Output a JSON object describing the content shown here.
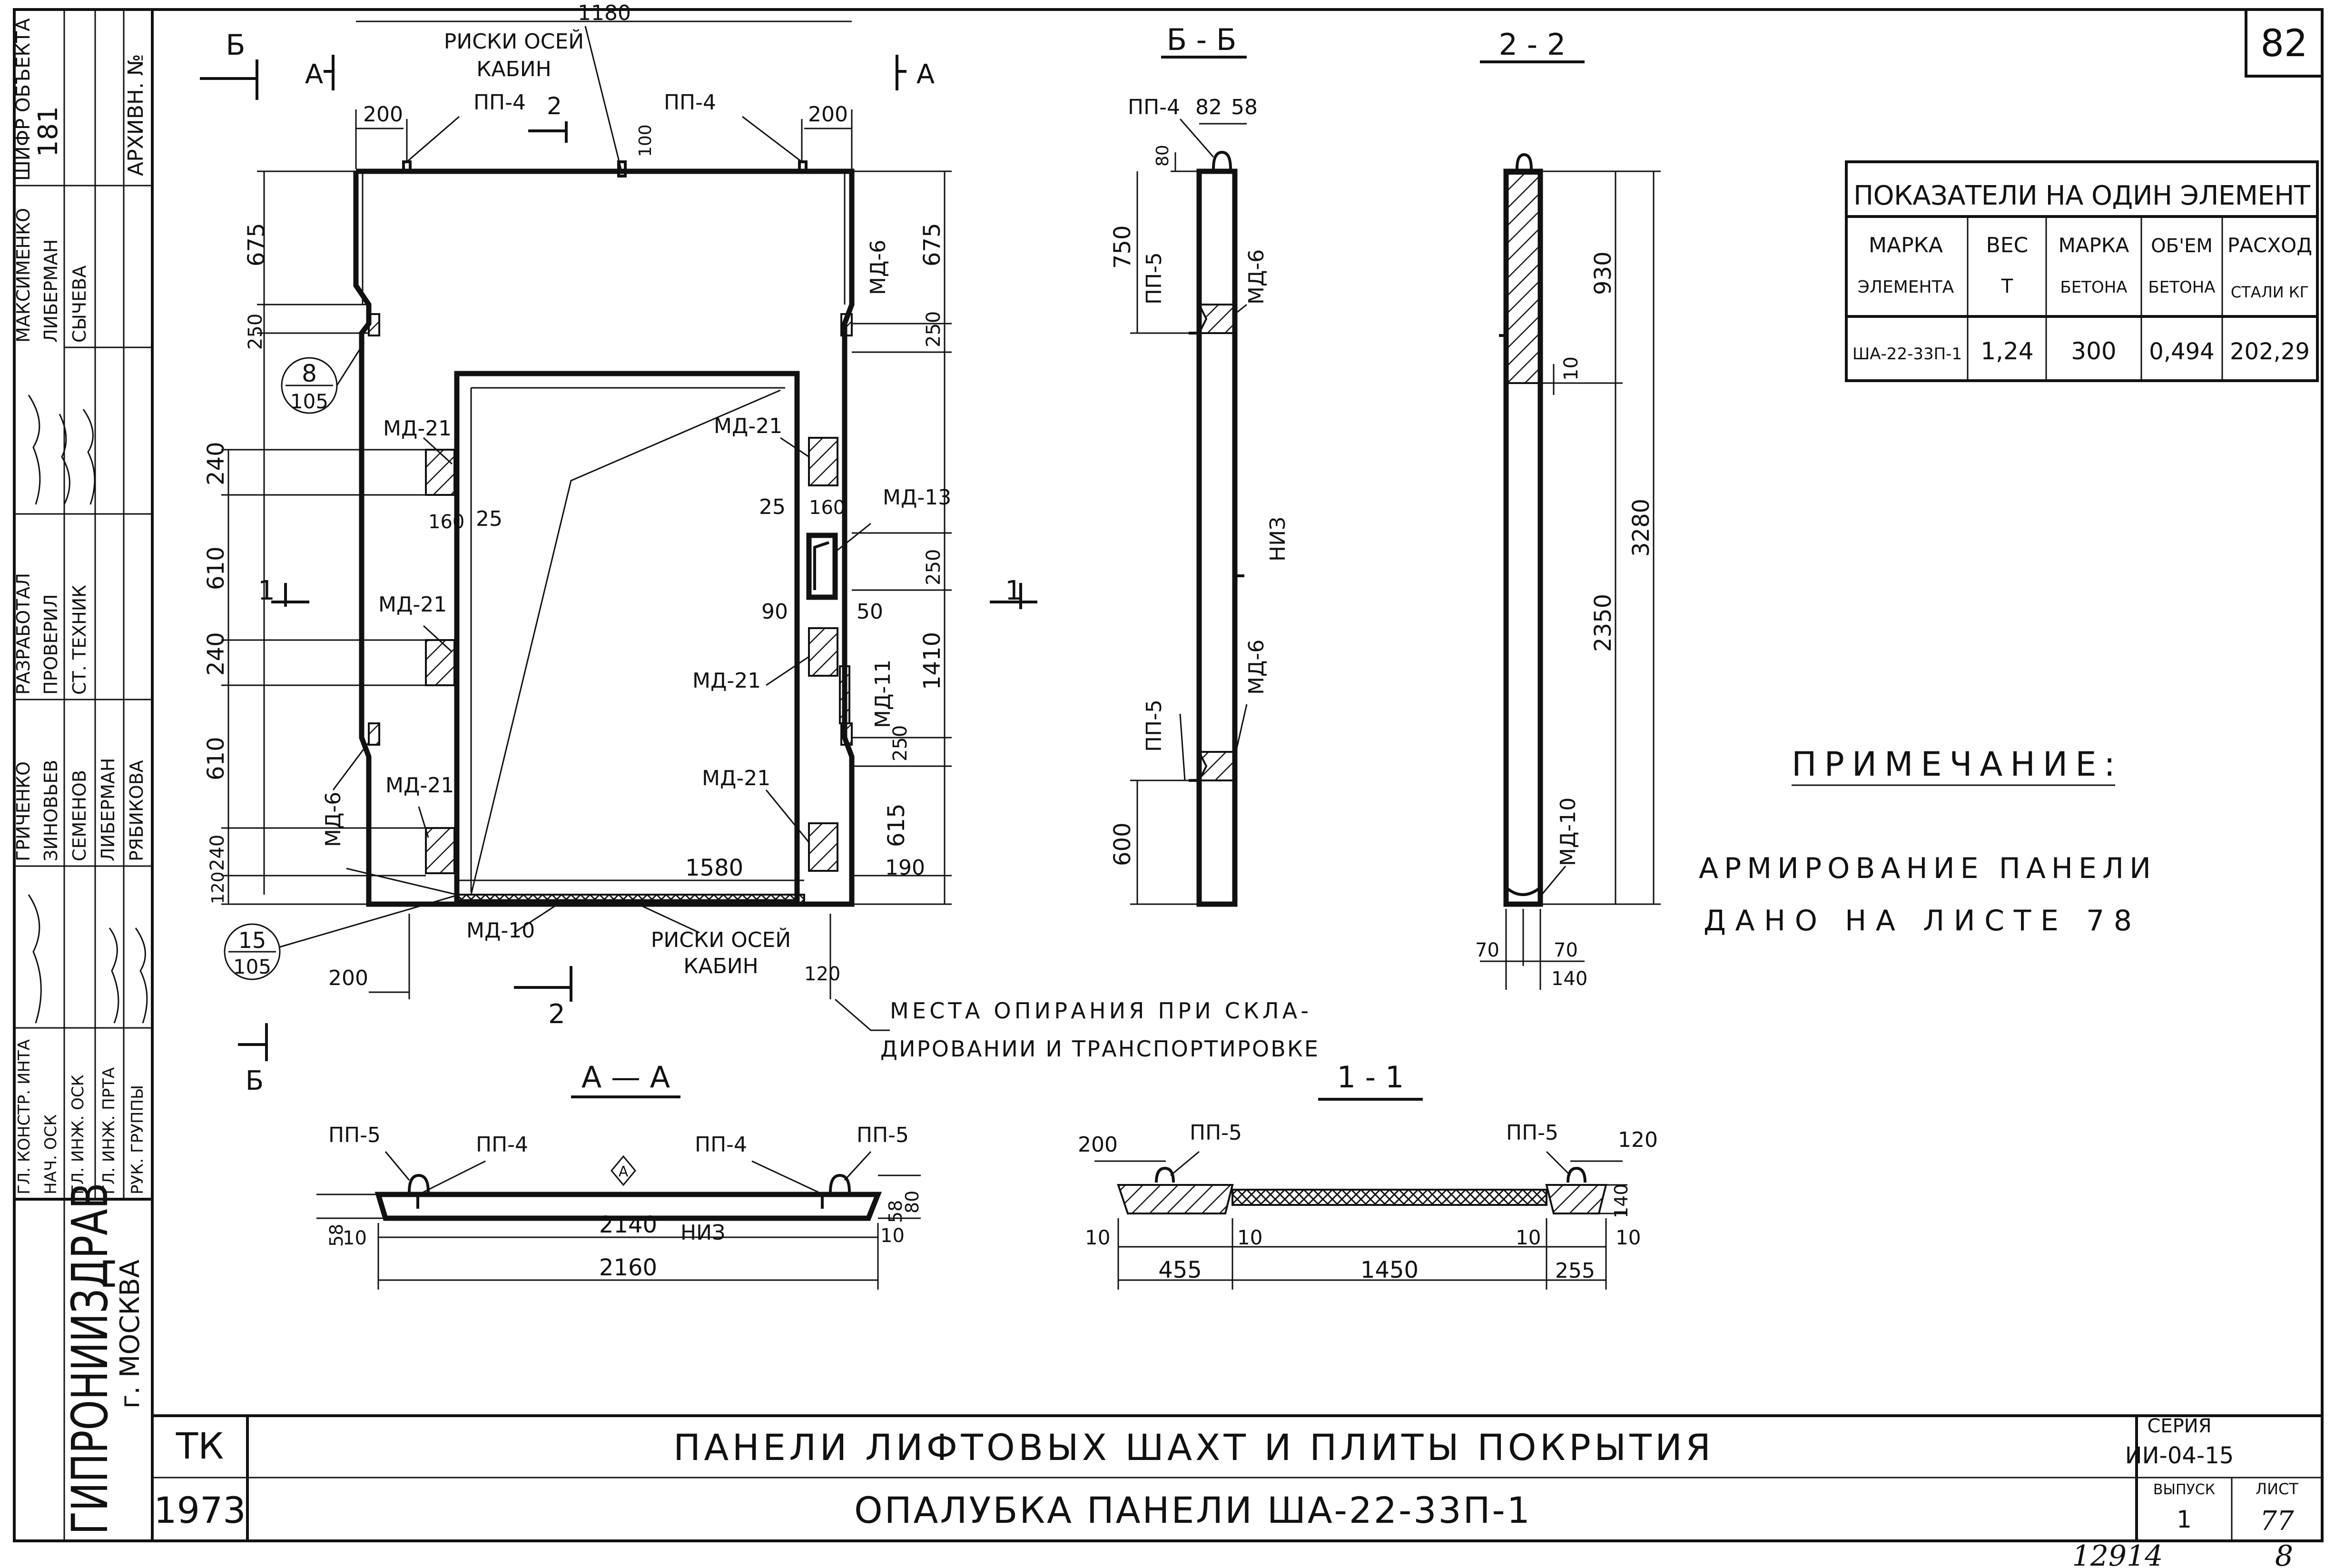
{
  "sheet": {
    "number": "82",
    "bottom_note_1": "12914",
    "bottom_note_2": "8"
  },
  "stamp": {
    "organization": "ГИПРОНИИЗДРАВ",
    "city": "г. МОСКВА",
    "code_label": "ШИФР ОБЪЕКТА",
    "code_value": "181",
    "archive_label": "АРХИВН. №",
    "rows": [
      {
        "role": "ГЛ. КОНСТР. ИНТА",
        "name": ""
      },
      {
        "role": "НАЧ. ОСК",
        "name": ""
      },
      {
        "role": "ГЛ. ИНЖ. ОСК",
        "name": ""
      },
      {
        "role": "ГЛ. ИНЖ. ПРТА",
        "name": ""
      },
      {
        "role": "РУК. ГРУППЫ",
        "name": ""
      },
      {
        "role": "РАЗРАБОТАЛ",
        "name": "МАКСИМЕНКО"
      },
      {
        "role": "ПРОВЕРИЛ",
        "name": "ЛИБЕРМАН"
      },
      {
        "role": "СТ. ТЕХНИК",
        "name": "СЫЧЕВА"
      }
    ],
    "names_left": [
      "ГРИЧЕНКО",
      "ЗИНОВЬЕВ",
      "СЕМЕНОВ",
      "ЛИБЕРМАН",
      "РЯБИКОВА"
    ]
  },
  "title_block": {
    "tk_label": "ТК",
    "year": "1973",
    "title_1": "ПАНЕЛИ ЛИФТОВЫХ ШАХТ И ПЛИТЫ ПОКРЫТИЯ",
    "title_2": "ОПАЛУБКА ПАНЕЛИ ША-22-33П-1",
    "series_label": "СЕРИЯ",
    "series_value": "ИИ-04-15",
    "issue_label": "ВЫПУСК",
    "issue_value": "1",
    "sheet_label": "ЛИСТ",
    "sheet_value": "77"
  },
  "indicators_table": {
    "caption": "ПОКАЗАТЕЛИ НА ОДИН ЭЛЕМЕНТ",
    "headers": [
      [
        "МАРКА",
        "ЭЛЕМЕНТА"
      ],
      [
        "ВЕС",
        "Т"
      ],
      [
        "МАРКА",
        "БЕТОНА"
      ],
      [
        "ОБ'ЕМ",
        "БЕТОНА"
      ],
      [
        "РАСХОД",
        "СТАЛИ КГ"
      ]
    ],
    "row": [
      "ША-22-33П-1",
      "1,24",
      "300",
      "0,494",
      "202,29"
    ]
  },
  "note": {
    "title": "ПРИМЕЧАНИЕ:",
    "line_1": "АРМИРОВАНИЕ ПАНЕЛИ",
    "line_2": "ДАНО НА ЛИСТЕ 78"
  },
  "elevation": {
    "dim_top": "1180",
    "axes_label_1": "РИСКИ ОСЕЙ",
    "axes_label_2": "КАБИН",
    "axes_bottom_1": "РИСКИ ОСЕЙ",
    "axes_bottom_2": "КАБИН",
    "left_dims": [
      "675",
      "250",
      "240",
      "610",
      "240",
      "610",
      "240",
      "120"
    ],
    "right_dims": [
      "675",
      "250",
      "250",
      "1410",
      "250",
      "615",
      "190"
    ],
    "top_dims": [
      "200",
      "200",
      "100"
    ],
    "labels": [
      "ПП-4",
      "ПП-4",
      "МД-6",
      "МД-21",
      "МД-21",
      "МД-21",
      "МД-21",
      "МД-21",
      "МД-21",
      "МД-13",
      "МД-11",
      "МД-6",
      "МД-10"
    ],
    "misc_dims": [
      "160",
      "25",
      "25",
      "160",
      "90",
      "50",
      "1580",
      "200",
      "120"
    ],
    "callout_1": [
      "8",
      "105"
    ],
    "callout_2": [
      "15",
      "105"
    ],
    "support_note_1": "МЕСТА ОПИРАНИЯ ПРИ СКЛА-",
    "support_note_2": "ДИРОВАНИИ И ТРАНСПОРТИРОВКЕ",
    "section_marks": [
      "Б",
      "А",
      "А",
      "Б",
      "2",
      "2",
      "1",
      "1"
    ]
  },
  "section_bb": {
    "title": "Б - Б",
    "dims": [
      "82",
      "58",
      "80",
      "750",
      "600"
    ],
    "labels": [
      "ПП-4",
      "ПП-5",
      "МД-6",
      "НИЗ",
      "ПП-5",
      "МД-6"
    ]
  },
  "section_22": {
    "title": "2 - 2",
    "dims": [
      "930",
      "10",
      "3280",
      "2350",
      "70",
      "70",
      "140"
    ],
    "labels": [
      "МД-10"
    ]
  },
  "section_aa": {
    "title": "А — А",
    "dims": [
      "58",
      "10",
      "2140",
      "10",
      "58",
      "80",
      "2160"
    ],
    "labels": [
      "ПП-5",
      "ПП-4",
      "ПП-4",
      "ПП-5",
      "НИЗ"
    ],
    "mark": "А"
  },
  "section_11": {
    "title": "1 - 1",
    "dims": [
      "200",
      "120",
      "140",
      "10",
      "10",
      "10",
      "10",
      "455",
      "1450",
      "255"
    ],
    "labels": [
      "ПП-5",
      "ПП-5"
    ]
  }
}
